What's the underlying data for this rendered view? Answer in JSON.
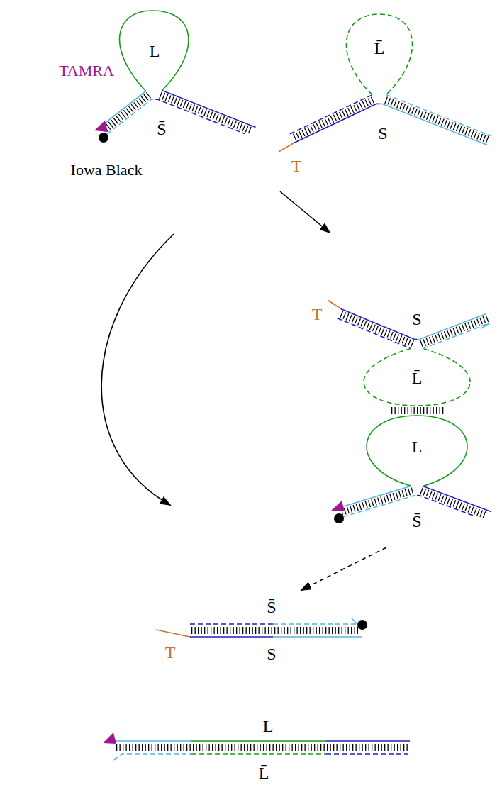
{
  "diagram": {
    "labels": [
      "L",
      "TAMRA",
      "S̄",
      "Iowa Black",
      "L̄",
      "S",
      "T",
      "T",
      "S",
      "L̄",
      "L",
      "S̄",
      "S̄",
      "T",
      "S",
      "L",
      "L̄"
    ]
  }
}
